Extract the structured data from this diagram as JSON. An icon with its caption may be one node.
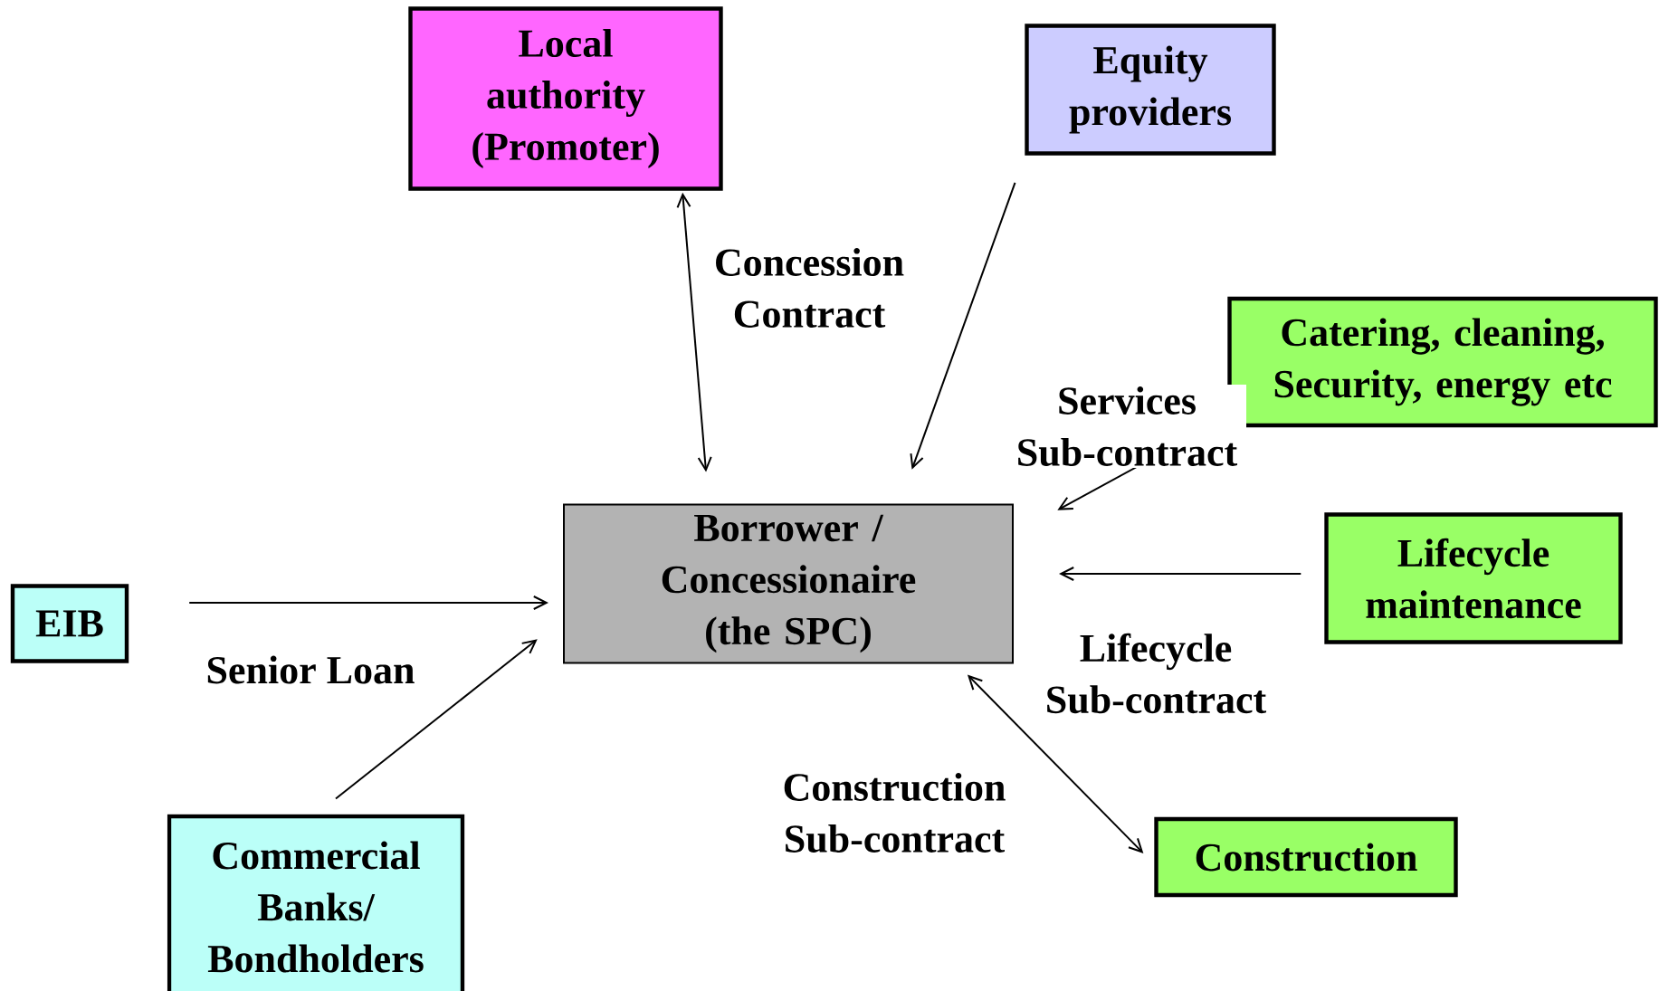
{
  "diagram": {
    "nodes": [
      {
        "text": [
          "Local authority (Promoter)"
        ]
      },
      {
        "text": [
          "Equity providers"
        ]
      },
      {
        "text": [
          "Catering, cleaning, Security, energy etc"
        ]
      },
      {
        "text": [
          "Borrower / Concessionaire (the SPC)"
        ]
      },
      {
        "text": [
          "EIB"
        ]
      },
      {
        "text": [
          "Lifecycle maintenance"
        ]
      },
      {
        "text": [
          "Commercial Banks/ Bondholders"
        ]
      },
      {
        "text": [
          "Construction"
        ]
      }
    ],
    "edges": [
      {
        "from": 0,
        "to": 3,
        "arrow": "both",
        "label": "Concession Contract"
      },
      {
        "from": 1,
        "to": 3,
        "arrow": "to"
      },
      {
        "from": 2,
        "to": 3,
        "arrow": "to",
        "label": "Services Sub-contract"
      },
      {
        "from": 5,
        "to": 3,
        "arrow": "to",
        "label": "Lifecycle Sub-contract"
      },
      {
        "from": 7,
        "to": 3,
        "arrow": "both",
        "label": "Construction Sub-contract"
      },
      {
        "from": 4,
        "to": 3,
        "arrow": "to",
        "label": "Senior Loan"
      },
      {
        "from": 6,
        "to": 3,
        "arrow": "to"
      }
    ]
  }
}
